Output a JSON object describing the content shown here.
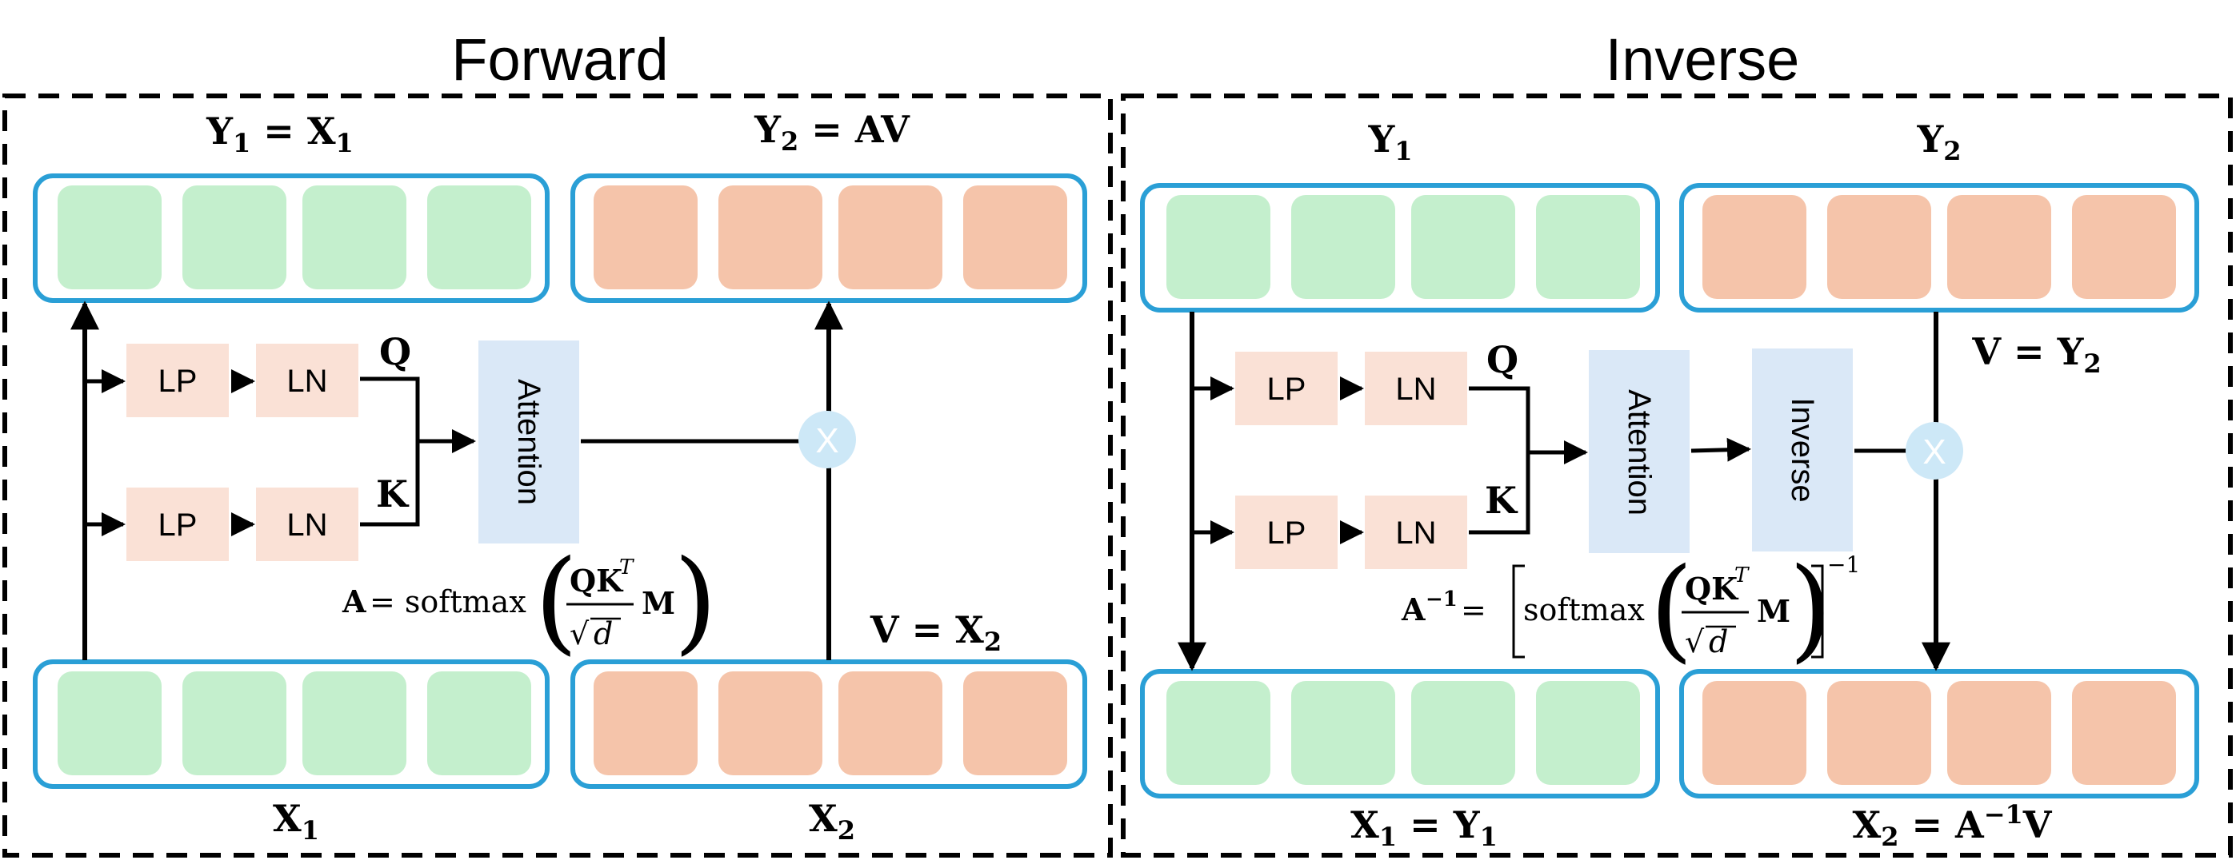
{
  "panels": {
    "forward": {
      "title": "Forward",
      "top_left_label": {
        "main": "Y",
        "sub": "1",
        "rest": " = X",
        "sub2": "1"
      },
      "top_right_label": {
        "main": "Y",
        "sub": "2",
        "rest": " = AV"
      },
      "bottom_left_label": {
        "main": "X",
        "sub": "1"
      },
      "bottom_right_label": {
        "main": "X",
        "sub": "2"
      },
      "v_label": {
        "main": "V = X",
        "sub": "2"
      },
      "q_label": "Q",
      "k_label": "K",
      "lp_label": "LP",
      "ln_label": "LN",
      "attention_label": "Attention",
      "multiply_label": "X",
      "formula": {
        "lhs": "A",
        "eq": " = softmax",
        "num": "QK",
        "sup": "T",
        "den": "d",
        "m": "M"
      }
    },
    "inverse": {
      "title": "Inverse",
      "top_left_label": {
        "main": "Y",
        "sub": "1"
      },
      "top_right_label": {
        "main": "Y",
        "sub": "2"
      },
      "bottom_left_label": {
        "main": "X",
        "sub": "1",
        "rest": " = Y",
        "sub2": "1"
      },
      "bottom_right_label": {
        "main": "X",
        "sub": "2",
        "rest": " = A",
        "sup": "−1",
        "rest2": "V"
      },
      "v_label": {
        "main": "V = Y",
        "sub": "2"
      },
      "q_label": "Q",
      "k_label": "K",
      "lp_label": "LP",
      "ln_label": "LN",
      "attention_label": "Attention",
      "inverse_label": "Inverse",
      "multiply_label": "X",
      "formula": {
        "lhs": "A",
        "lhs_sup": "−1",
        "eq": " = ",
        "fn": "softmax",
        "num": "QK",
        "sup": "T",
        "den": "d",
        "m": "M",
        "outer_sup": "−1"
      }
    }
  },
  "colors": {
    "green_block": "#c4efcd",
    "orange_block": "#f5c4aa",
    "container_border": "#2a9fd6",
    "lp_ln_fill": "#fae1d6",
    "attention_fill": "#dae8f7",
    "multiply_fill": "#cde8f7"
  }
}
